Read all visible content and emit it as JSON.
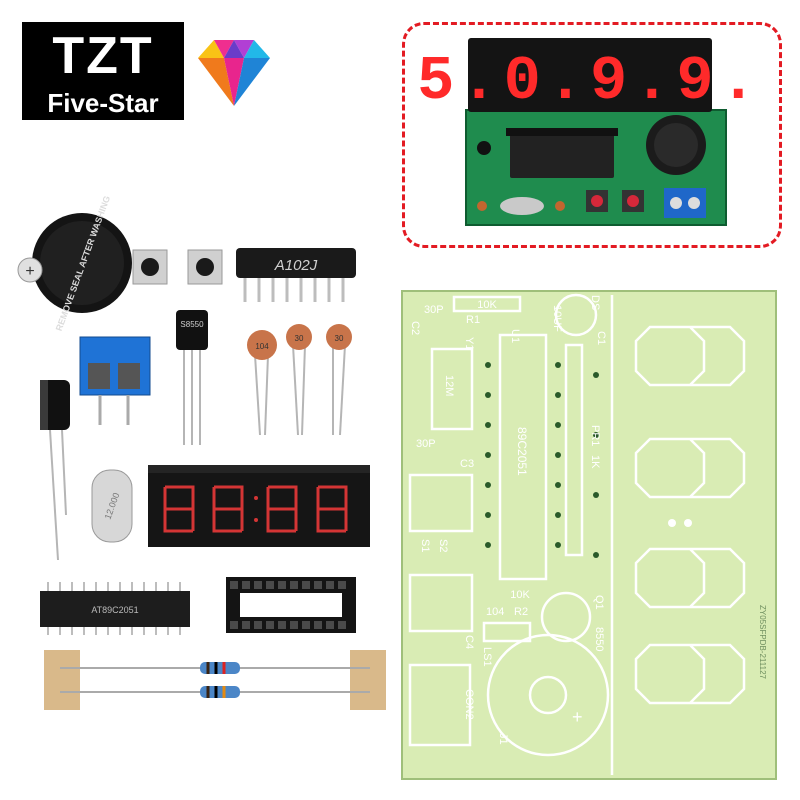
{
  "brand": {
    "name": "TZT",
    "tagline": "Five-Star"
  },
  "preview": {
    "display_text": "5.0.9.9."
  },
  "components": {
    "buzzer_label": "REMOVE SEAL AFTER WASHING",
    "resistor_network_label": "A102J",
    "transistor_label": "S8550",
    "capacitor_labels": [
      "104",
      "30",
      "30"
    ],
    "crystal_label": "12.000",
    "chip_label": "AT89C2051"
  },
  "pcb": {
    "labels": {
      "r1_value": "10K",
      "r1": "R1",
      "c1_value": "10UF",
      "c1": "C1",
      "u1": "U1",
      "ds": "DS",
      "c2_value": "30P",
      "c2": "C2",
      "y1": "Y1",
      "crystal": "12M",
      "chip": "89C2051",
      "pr1": "PR1",
      "pr1_value": "1K",
      "c3_value": "30P",
      "c3": "C3",
      "s1": "S1",
      "s2": "S2",
      "r2_value": "10K",
      "cap104": "104",
      "r2": "R2",
      "q1": "Q1",
      "q1_part": "8550",
      "c4": "C4",
      "ls1": "LS1",
      "con2": "CON2",
      "j1": "J1",
      "plus": "+",
      "side_code": "ZY05SFPDB-211127"
    }
  },
  "colors": {
    "brand_black": "#000000",
    "accent_red": "#e31b23",
    "pcb_green": "#d9ecb4",
    "led_red": "#ff2a2a"
  }
}
